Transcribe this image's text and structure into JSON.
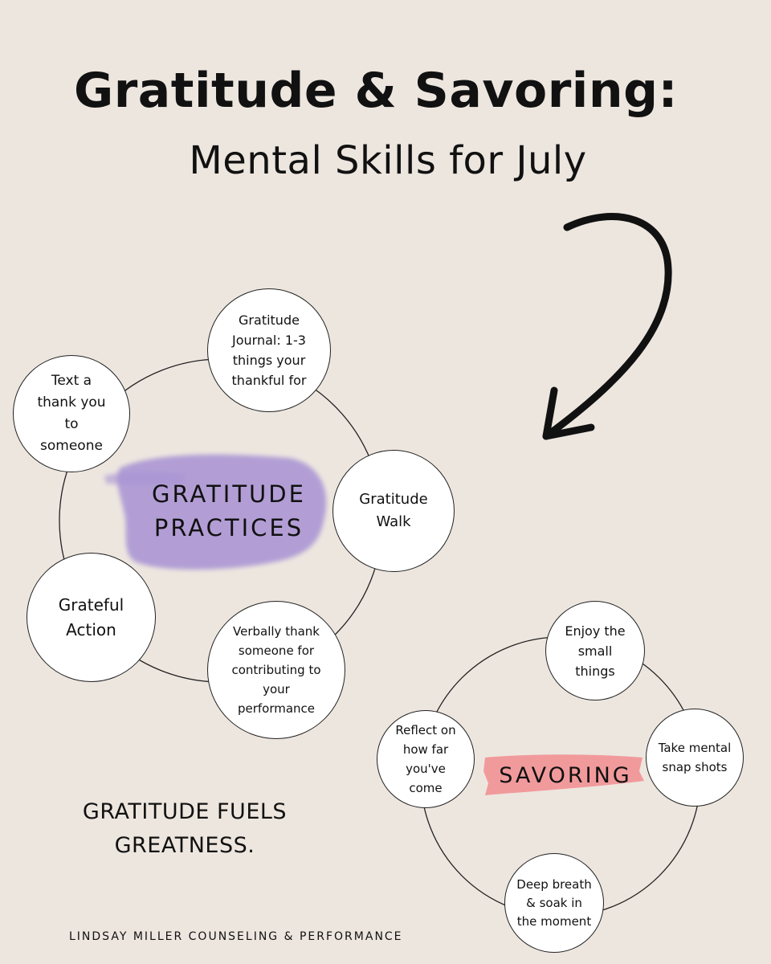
{
  "header": {
    "title": "Gratitude & Savoring:",
    "subtitle": "Mental Skills for July"
  },
  "gratitude": {
    "hub": [
      "GRATITUDE",
      "PRACTICES"
    ],
    "nodes": [
      "Gratitude Journal: 1-3 things your thankful for",
      "Text a thank you to someone",
      "Gratitude Walk",
      "Grateful Action",
      "Verbally thank someone for contributing to your performance"
    ],
    "brush_color": "#a792d4"
  },
  "savoring": {
    "hub": "SAVORING",
    "nodes": [
      "Enjoy the small things",
      "Reflect on how far you've come",
      "Take mental snap shots",
      "Deep breath & soak in the moment"
    ],
    "brush_color": "#f19a9c"
  },
  "tagline": [
    "GRATITUDE FUELS",
    "GREATNESS."
  ],
  "footer": "LINDSAY MILLER COUNSELING & PERFORMANCE"
}
